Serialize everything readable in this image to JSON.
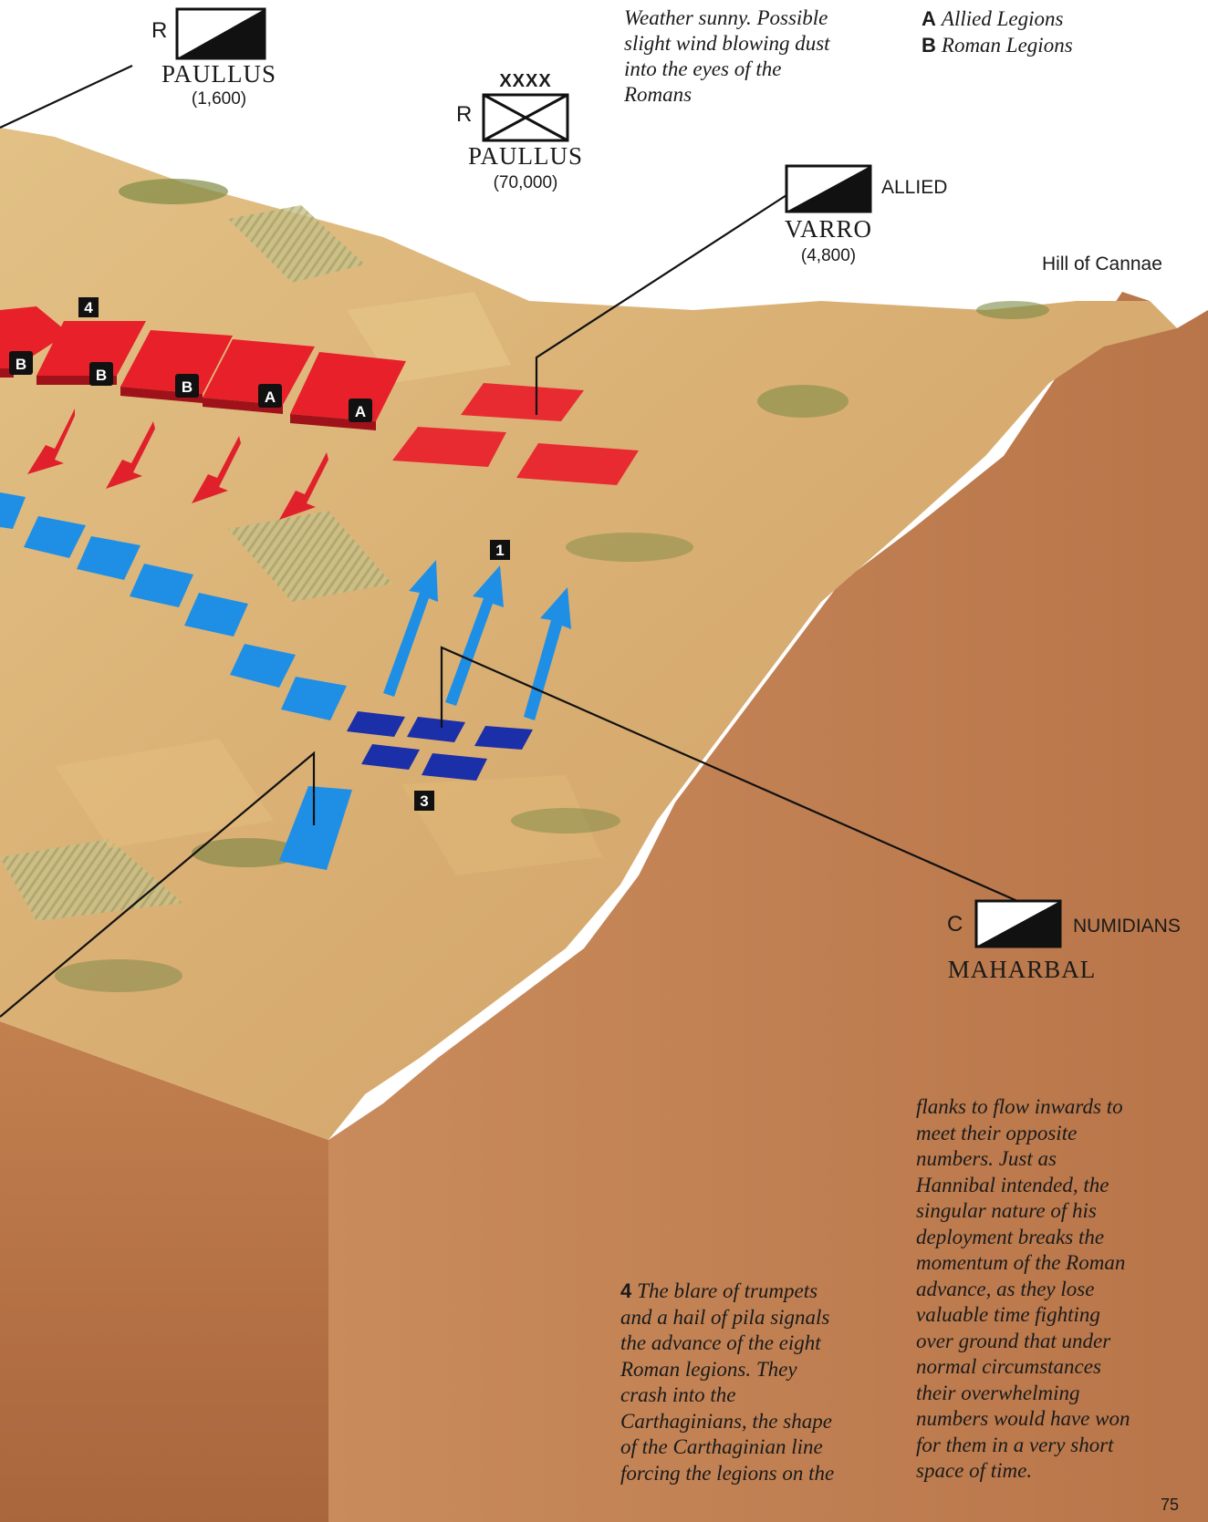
{
  "legend": [
    {
      "key": "A",
      "label": "Allied Legions"
    },
    {
      "key": "B",
      "label": "Roman Legions"
    }
  ],
  "weather_note": "Weather sunny. Possible\nslight wind blowing dust\ninto the eyes of the\nRomans",
  "commanders": {
    "paullus_cavalry": {
      "side": "R",
      "name": "PAULLUS",
      "strength": "(1,600)"
    },
    "paullus_army": {
      "size_mark": "XXXX",
      "side": "R",
      "name": "PAULLUS",
      "strength": "(70,000)"
    },
    "varro": {
      "type": "ALLIED",
      "name": "VARRO",
      "strength": "(4,800)"
    },
    "maharbal": {
      "side": "C",
      "type": "NUMIDIANS",
      "name": "MAHARBAL"
    }
  },
  "place_label": "Hill of Cannae",
  "unit_letters": [
    "B",
    "B",
    "B",
    "A",
    "A"
  ],
  "event_markers": [
    "4",
    "1",
    "3"
  ],
  "narrative": {
    "para4_num": "4",
    "para4_text": "The blare of trumpets\nand a hail of pila signals\nthe advance of the eight\nRoman legions. They\ncrash into the\nCarthaginians, the shape\nof the Carthaginian line\nforcing the legions on the",
    "continuation": "flanks to flow inwards to\nmeet their opposite\nnumbers. Just as\nHannibal intended, the\nsingular nature of his\ndeployment breaks the\nmomentum of the Roman\nadvance, as they lose\nvaluable time fighting\nover ground that under\nnormal circumstances\ntheir overwhelming\nnumbers would have won\nfor them in a very short\nspace of time."
  },
  "page_number": "75",
  "colors": {
    "roman_red": "#e8202a",
    "carthaginian_blue": "#1f8fe6",
    "carthaginian_dark_blue": "#1a2fa8",
    "terrain": "#d9ae72",
    "cliff": "#b8764a"
  }
}
